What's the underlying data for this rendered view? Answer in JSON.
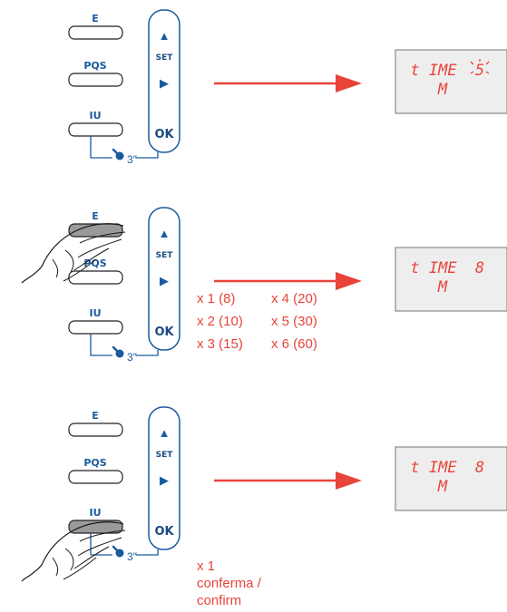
{
  "colors": {
    "panel": "#1a5a9e",
    "arrow": "#e8443a",
    "hand": "#1a1a1a",
    "lcd_border": "#8a8a8a",
    "lcd_bg": "#eeeeee",
    "pressed": "#9a9a9a"
  },
  "panel": {
    "buttons": [
      "E",
      "PQS",
      "IU"
    ],
    "side": {
      "up": "▲",
      "set": "SET",
      "right": "▶",
      "ok": "OK"
    },
    "hold": "3″"
  },
  "steps": [
    {
      "pressed": null,
      "display": {
        "line1": "t IME",
        "digit": "5",
        "line2": "M",
        "digit_blinking": true
      }
    },
    {
      "pressed": "E",
      "display": {
        "line1": "t IME",
        "digit": "8",
        "line2": "M",
        "digit_blinking": false
      },
      "options": [
        [
          "x 1 (8)",
          "x 4 (20)"
        ],
        [
          "x 2 (10)",
          "x 5 (30)"
        ],
        [
          "x 3 (15)",
          "x 6 (60)"
        ]
      ]
    },
    {
      "pressed": "IU",
      "display": {
        "line1": "t IME",
        "digit": "8",
        "line2": "M",
        "digit_blinking": false
      },
      "confirm": [
        "x 1",
        "conferma /",
        "confirm"
      ]
    }
  ]
}
